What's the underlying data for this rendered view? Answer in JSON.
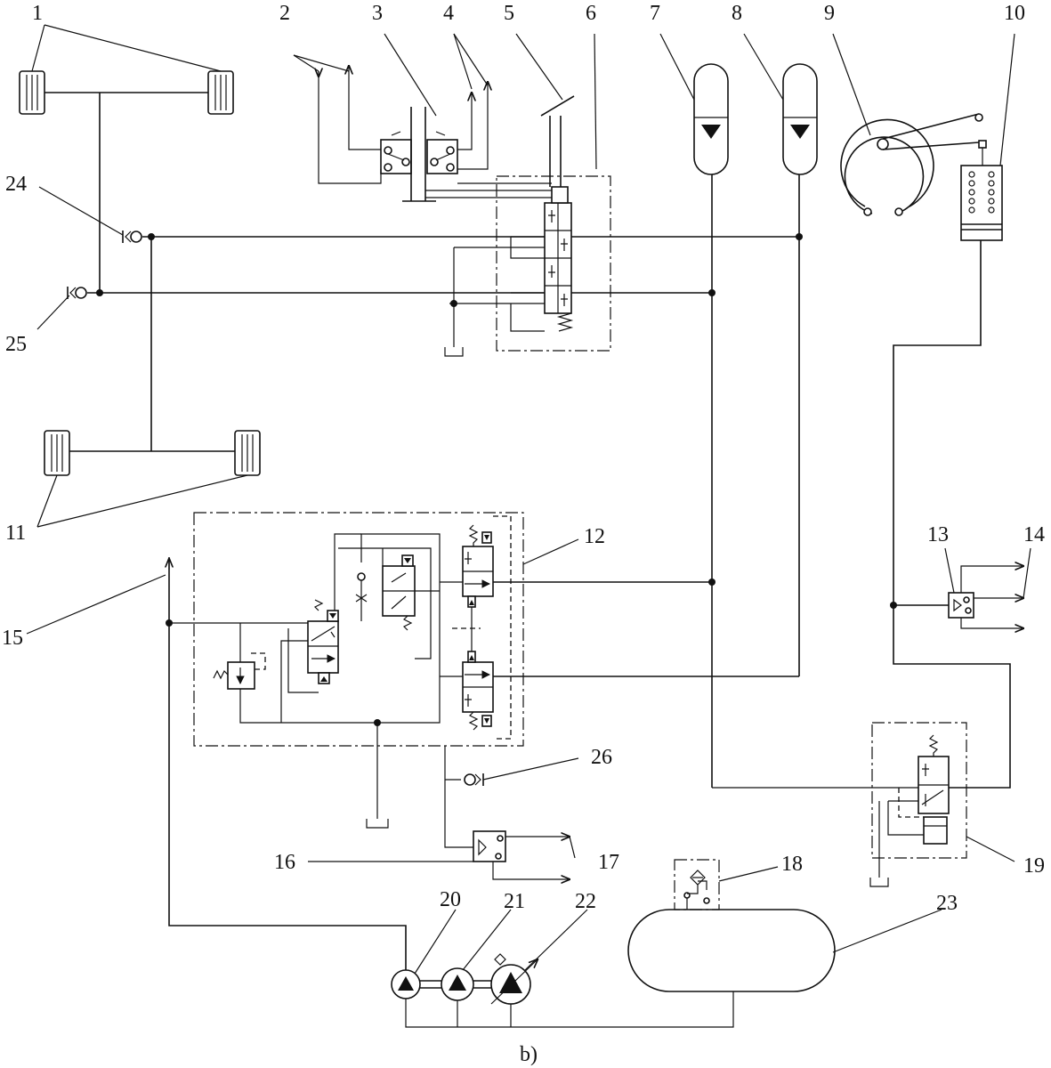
{
  "caption": "b)",
  "callouts": [
    {
      "id": "1",
      "text": "1"
    },
    {
      "id": "2",
      "text": "2"
    },
    {
      "id": "3",
      "text": "3"
    },
    {
      "id": "4",
      "text": "4"
    },
    {
      "id": "5",
      "text": "5"
    },
    {
      "id": "6",
      "text": "6"
    },
    {
      "id": "7",
      "text": "7"
    },
    {
      "id": "8",
      "text": "8"
    },
    {
      "id": "9",
      "text": "9"
    },
    {
      "id": "10",
      "text": "10"
    },
    {
      "id": "11",
      "text": "11"
    },
    {
      "id": "12",
      "text": "12"
    },
    {
      "id": "13",
      "text": "13"
    },
    {
      "id": "14",
      "text": "14"
    },
    {
      "id": "15",
      "text": "15"
    },
    {
      "id": "16",
      "text": "16"
    },
    {
      "id": "17",
      "text": "17"
    },
    {
      "id": "18",
      "text": "18"
    },
    {
      "id": "19",
      "text": "19"
    },
    {
      "id": "20",
      "text": "20"
    },
    {
      "id": "21",
      "text": "21"
    },
    {
      "id": "22",
      "text": "22"
    },
    {
      "id": "23",
      "text": "23"
    },
    {
      "id": "24",
      "text": "24"
    },
    {
      "id": "25",
      "text": "25"
    },
    {
      "id": "26",
      "text": "26"
    }
  ],
  "colors": {
    "ink": "#111111",
    "paper": "#ffffff"
  }
}
